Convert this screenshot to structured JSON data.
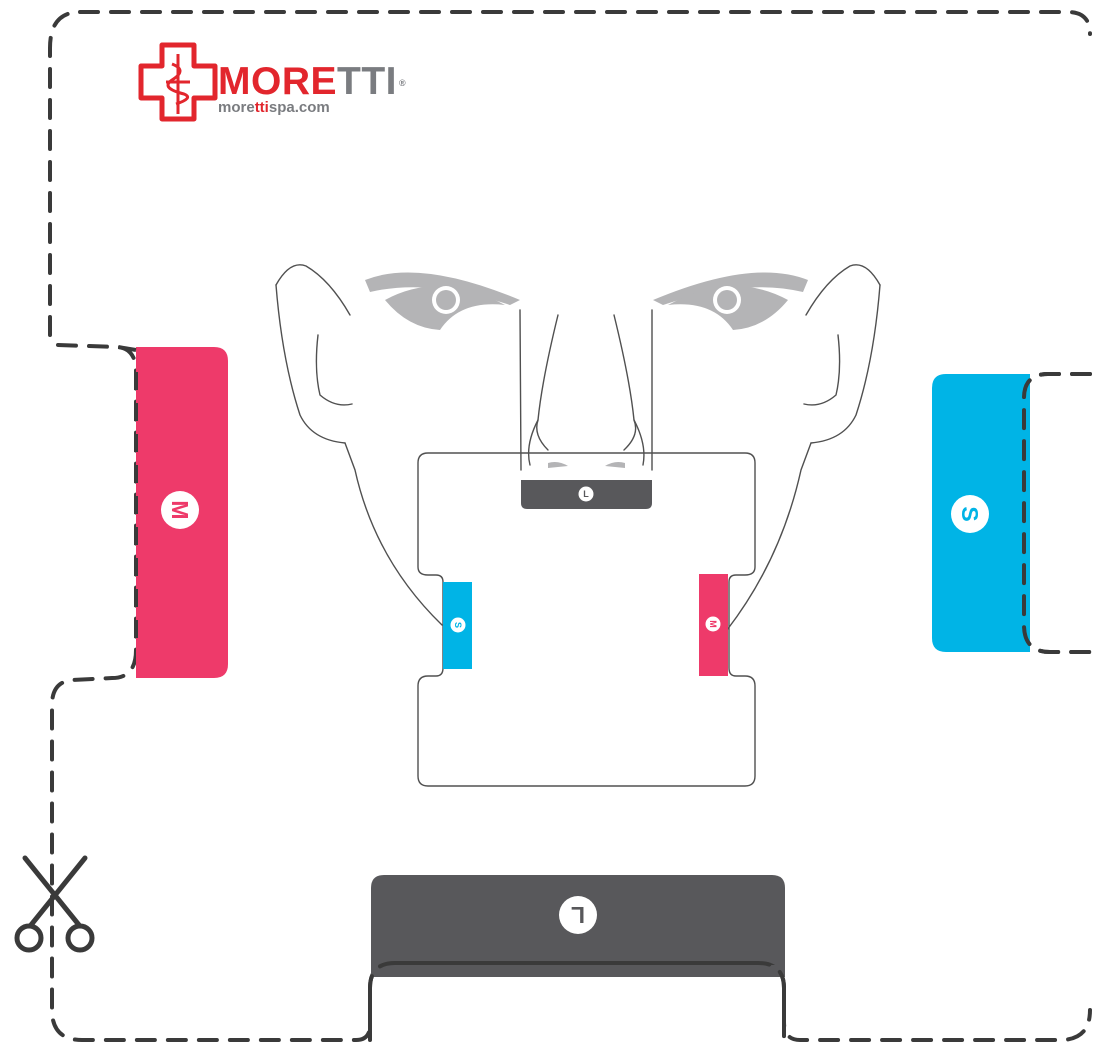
{
  "logo": {
    "word_red": "MORE",
    "word_gray": "TTI",
    "registered": "®",
    "url_prefix": "more",
    "url_red": "tti",
    "url_suffix": "spa.com"
  },
  "tabs": {
    "magenta": {
      "letter": "M",
      "color": "#ee3a6a"
    },
    "cyan": {
      "letter": "S",
      "color": "#00b4e6"
    },
    "dark": {
      "letter": "L",
      "color": "#58585b"
    }
  },
  "face_labels": {
    "nose": "L",
    "left_cheek": "S",
    "right_cheek": "M"
  },
  "icons": {
    "cut": "scissors-icon",
    "brand": "medical-cross-icon"
  },
  "colors": {
    "cut_line": "#3a3a3a",
    "face_line": "#505050",
    "eyes": "#b4b4b6"
  }
}
